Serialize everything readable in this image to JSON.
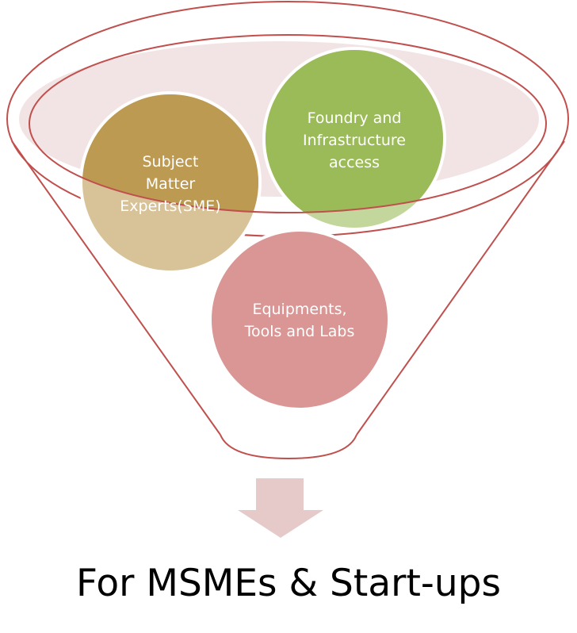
{
  "funnel": {
    "items": [
      {
        "lines": [
          "Subject",
          "Matter",
          "Experts(SME)"
        ],
        "color": "#bd9a52",
        "light_color": "#d8c398"
      },
      {
        "lines": [
          "Foundry and",
          "Infrastructure",
          "access"
        ],
        "color": "#9bbb59",
        "light_color": "#c3d69b"
      },
      {
        "lines": [
          "Equipments,",
          "Tools and Labs"
        ],
        "color": "#d99694",
        "light_color": "#d99694"
      }
    ],
    "outline_color": "#c0504d",
    "rim_fill": "#f2e4e4",
    "arrow_color": "#e6caca"
  },
  "caption": "For MSMEs & Start-ups"
}
